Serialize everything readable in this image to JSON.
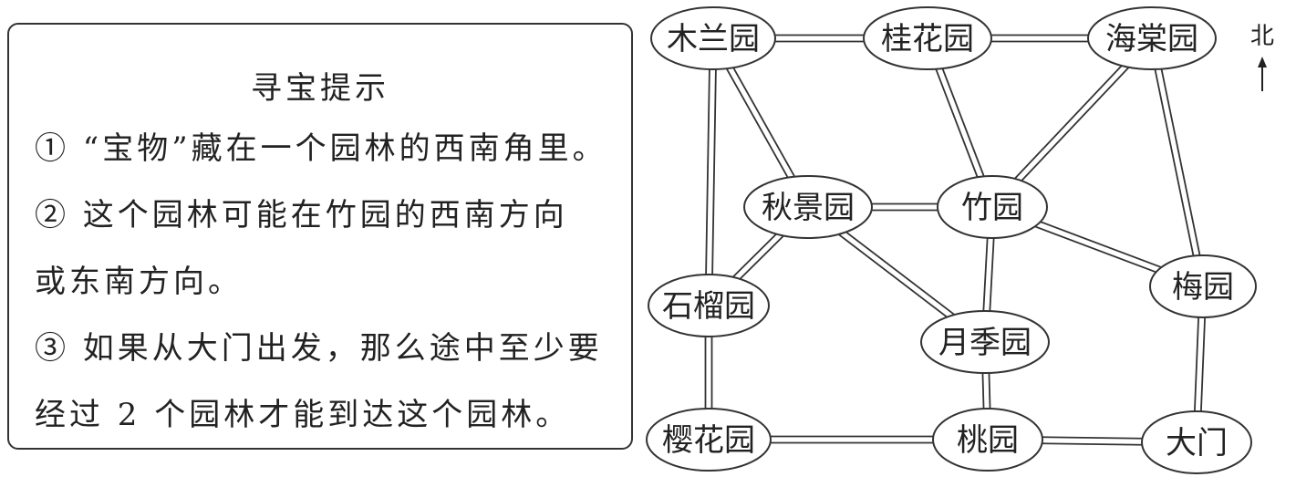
{
  "hints": {
    "title": "寻宝提示",
    "lines": [
      "① “宝物”藏在一个园林的西南角里。",
      "② 这个园林可能在竹园的西南方向",
      "或东南方向。",
      "③ 如果从大门出发，那么途中至少要",
      "经过 2 个园林才能到达这个园林。"
    ]
  },
  "map": {
    "north_label": "北",
    "gardens": [
      {
        "id": "mulan",
        "label": "木兰园"
      },
      {
        "id": "guihua",
        "label": "桂花园"
      },
      {
        "id": "haitang",
        "label": "海棠园"
      },
      {
        "id": "qiujing",
        "label": "秋景园"
      },
      {
        "id": "zhu",
        "label": "竹园"
      },
      {
        "id": "mei",
        "label": "梅园"
      },
      {
        "id": "shiliu",
        "label": "石榴园"
      },
      {
        "id": "yueji",
        "label": "月季园"
      },
      {
        "id": "yinghua",
        "label": "樱花园"
      },
      {
        "id": "tao",
        "label": "桃园"
      },
      {
        "id": "damen",
        "label": "大门"
      }
    ],
    "paths": [
      [
        "mulan",
        "guihua"
      ],
      [
        "guihua",
        "haitang"
      ],
      [
        "mulan",
        "shiliu"
      ],
      [
        "mulan",
        "qiujing"
      ],
      [
        "guihua",
        "zhu"
      ],
      [
        "haitang",
        "zhu"
      ],
      [
        "haitang",
        "mei"
      ],
      [
        "qiujing",
        "zhu"
      ],
      [
        "qiujing",
        "shiliu"
      ],
      [
        "qiujing",
        "yueji"
      ],
      [
        "zhu",
        "yueji"
      ],
      [
        "zhu",
        "mei"
      ],
      [
        "shiliu",
        "yinghua"
      ],
      [
        "yueji",
        "tao"
      ],
      [
        "mei",
        "damen"
      ],
      [
        "yinghua",
        "tao"
      ],
      [
        "tao",
        "damen"
      ]
    ]
  }
}
